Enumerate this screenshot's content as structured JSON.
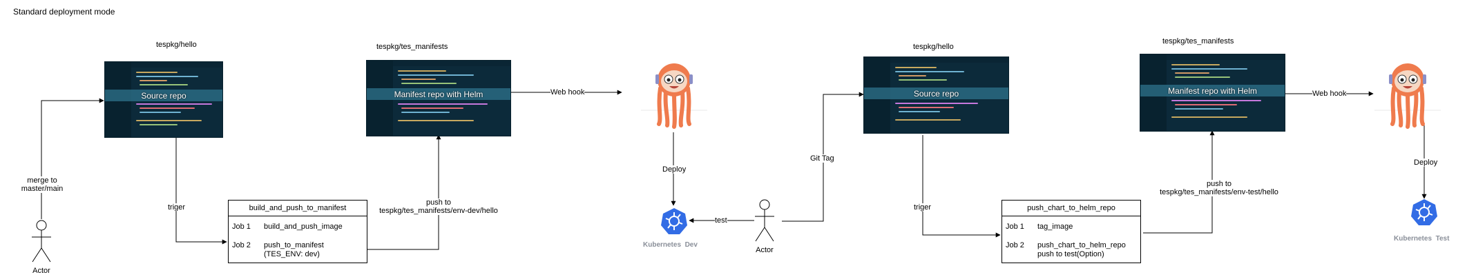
{
  "title": "Standard deployment mode",
  "left": {
    "source_repo": {
      "name": "tespkg/hello",
      "label": "Source repo"
    },
    "manifest_repo": {
      "name": "tespkg/tes_manifests",
      "label": "Manifest repo with Helm"
    },
    "job_box": {
      "title": "build_and_push_to_manifest",
      "jobs": [
        {
          "id": "Job 1",
          "text": "build_and_push_image",
          "note": ""
        },
        {
          "id": "Job 2",
          "text": "push_to_manifest",
          "note": "(TES_ENV: dev)"
        }
      ]
    },
    "edge_merge": "merge to\nmaster/main",
    "edge_triger": "triger",
    "edge_push": "push to\ntespkg/tes_manifests/env-dev/hello",
    "edge_webhook": "Web hook",
    "edge_deploy": "Deploy",
    "actor": "Actor",
    "k8s": {
      "name": "Kubernetes",
      "env": "Dev"
    }
  },
  "right": {
    "source_repo": {
      "name": "tespkg/hello",
      "label": "Source repo"
    },
    "manifest_repo": {
      "name": "tespkg/tes_manifests",
      "label": "Manifest repo with Helm"
    },
    "job_box": {
      "title": "push_chart_to_helm_repo",
      "jobs": [
        {
          "id": "Job 1",
          "text": "tag_image",
          "note": ""
        },
        {
          "id": "Job 2",
          "text": "push_chart_to_helm_repo",
          "note": "push to test(Option)"
        }
      ]
    },
    "edge_gittag": "Git Tag",
    "edge_test": "test",
    "edge_triger": "triger",
    "edge_push": "push to\ntespkg/tes_manifests/env-test/hello",
    "edge_webhook": "Web hook",
    "edge_deploy": "Deploy",
    "actor": "Actor",
    "k8s": {
      "name": "Kubernetes",
      "env": "Test"
    }
  },
  "colors": {
    "argo_orange": "#ef7b4d",
    "k8s_blue": "#326ce5",
    "repo_bg": "#0c2a3a",
    "label_band": "#2d738c"
  },
  "icons": [
    "argo-octopus-icon",
    "kubernetes-icon",
    "actor-stick-figure-icon"
  ]
}
